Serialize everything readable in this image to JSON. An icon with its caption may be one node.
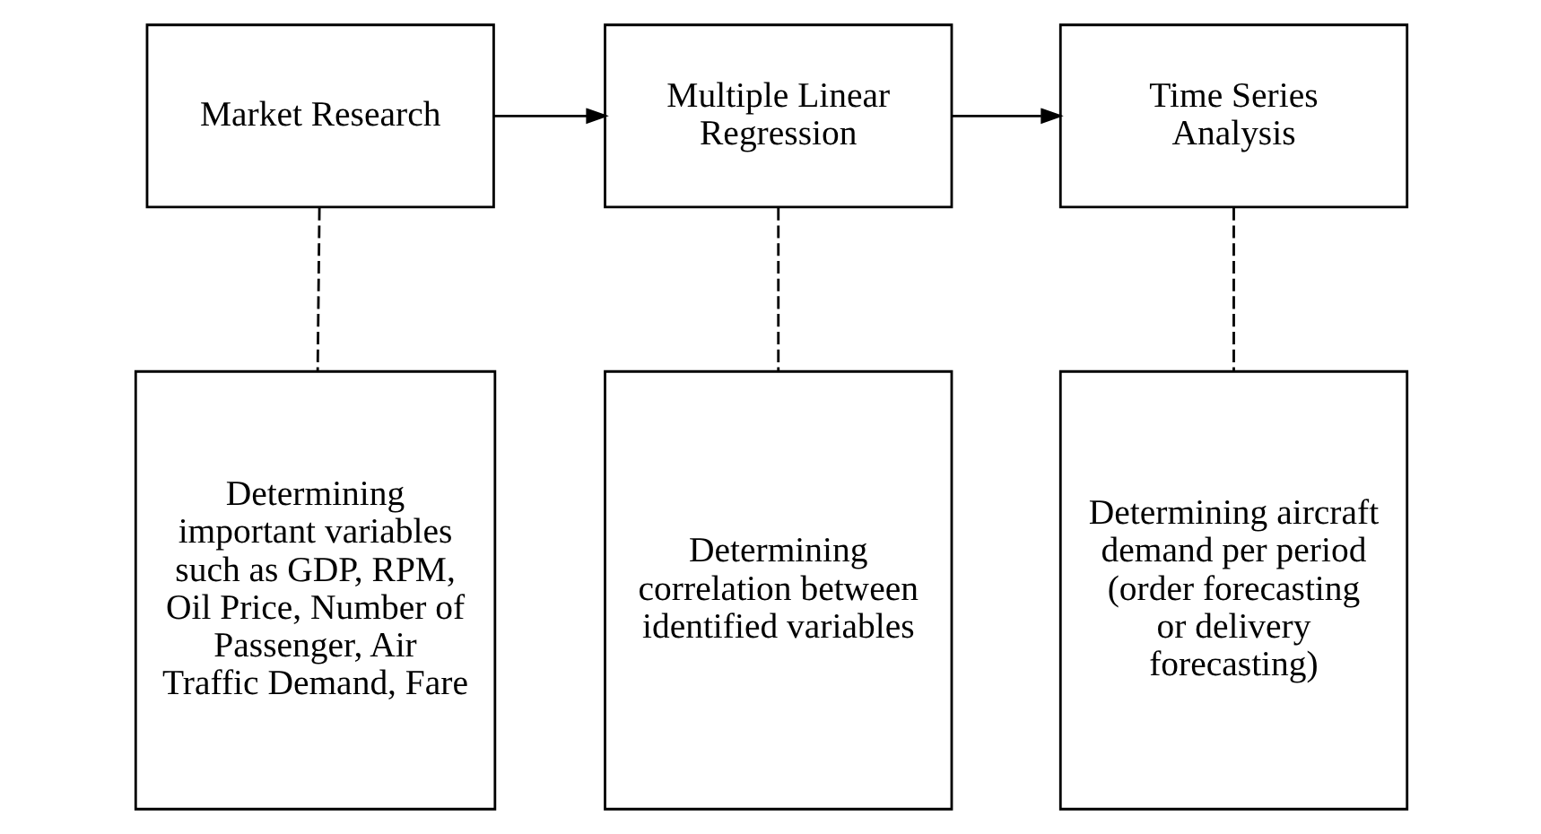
{
  "diagram": {
    "nodes": [
      {
        "text": [
          "Market Research"
        ]
      },
      {
        "text": [
          "Multiple Linear Regression"
        ]
      },
      {
        "text": [
          "Time Series Analysis"
        ]
      },
      {
        "text": [
          "Determining important variables such as GDP, RPM, Oil Price, Number of Passenger, Air Traffic Demand, Fare"
        ]
      },
      {
        "text": [
          "Determining correlation between identified variables"
        ]
      },
      {
        "text": [
          "Determining aircraft demand per period (order forecasting or delivery forecasting)"
        ]
      }
    ],
    "edges": [
      {
        "from": 0,
        "to": 1,
        "arrow": "to"
      },
      {
        "from": 1,
        "to": 2,
        "arrow": "to"
      },
      {
        "from": 0,
        "to": 3,
        "arrow": "none",
        "style": "dashed"
      },
      {
        "from": 1,
        "to": 4,
        "arrow": "none",
        "style": "dashed"
      },
      {
        "from": 2,
        "to": 5,
        "arrow": "none",
        "style": "dashed"
      }
    ]
  }
}
